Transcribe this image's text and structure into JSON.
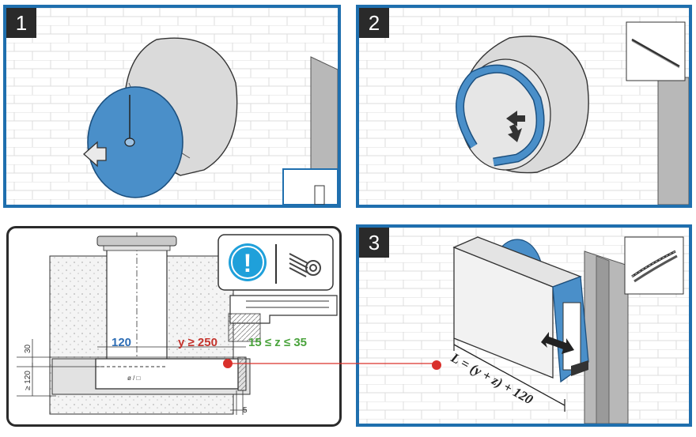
{
  "steps": {
    "step1": {
      "number": "1"
    },
    "step2": {
      "number": "2"
    },
    "step3": {
      "number": "3"
    }
  },
  "diagram": {
    "label_120": "120",
    "label_y": "y ≥ 250",
    "label_z": "15 ≤ z ≤ 35",
    "label_30": "30",
    "label_ge120": "≥ 120",
    "label_5": "5",
    "label_diam": "ø / □",
    "info_symbol": "!"
  },
  "formula": "L = (y + z) + 120",
  "colors": {
    "frame_blue": "#1f6fae",
    "part_blue": "#4a8fc9",
    "label_blue": "#2d6db5",
    "label_red": "#c4342d",
    "label_green": "#4aa33c",
    "connector_red": "#d9302b"
  },
  "icons": [
    "info-exclamation-icon",
    "wire-roll-icon",
    "rod-tool-icon",
    "twisted-rods-icon"
  ]
}
